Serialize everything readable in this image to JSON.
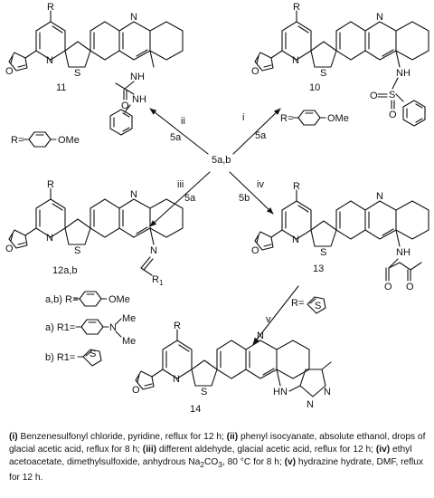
{
  "compounds": {
    "c11": {
      "number": "11"
    },
    "c10": {
      "number": "10"
    },
    "c12": {
      "number": "12a,b"
    },
    "c13": {
      "number": "13"
    },
    "c14": {
      "number": "14"
    },
    "start": {
      "number": "5a,b"
    }
  },
  "atoms": {
    "R": "R",
    "N": "N",
    "S": "S",
    "O": "O",
    "NH": "NH",
    "HN": "HN",
    "Me": "Me",
    "R1": "R",
    "R1_sub": "1",
    "OMe": "OMe"
  },
  "definitions": {
    "r_top_left": "R=",
    "r_top_right": "R=",
    "r_13": "R=",
    "r_ab": "a,b) R=",
    "r1_a": "a) R1=",
    "r1_b": "b) R1="
  },
  "arrows": {
    "to_11": {
      "step": "ii",
      "reagent": "5a"
    },
    "to_10": {
      "step": "i",
      "reagent": "5a"
    },
    "to_12": {
      "step": "iii",
      "reagent": "5a"
    },
    "to_13": {
      "step": "iv",
      "reagent": "5b"
    },
    "to_14": {
      "step": "v"
    }
  },
  "caption": {
    "i_label": "(i)",
    "i_text": " Benzenesulfonyl chloride, pyridine, reflux for 12 h; ",
    "ii_label": "(ii)",
    "ii_text": " phenyl isocyanate, absolute ethanol, drops of glacial acetic acid, reflux for 8 h; ",
    "iii_label": "(iii)",
    "iii_text": " different aldehyde, glacial acetic acid, reflux for 12 h; ",
    "iv_label": "(iv)",
    "iv_text": " ethyl acetoacetate, dimethylsulfoxide, anhydrous Na",
    "iv_sub1": "2",
    "iv_text2": "CO",
    "iv_sub2": "3",
    "iv_text3": ", 80 °C for 8 h; ",
    "v_label": "(v)",
    "v_text": " hydrazine hydrate, DMF, reflux for 12 h."
  }
}
